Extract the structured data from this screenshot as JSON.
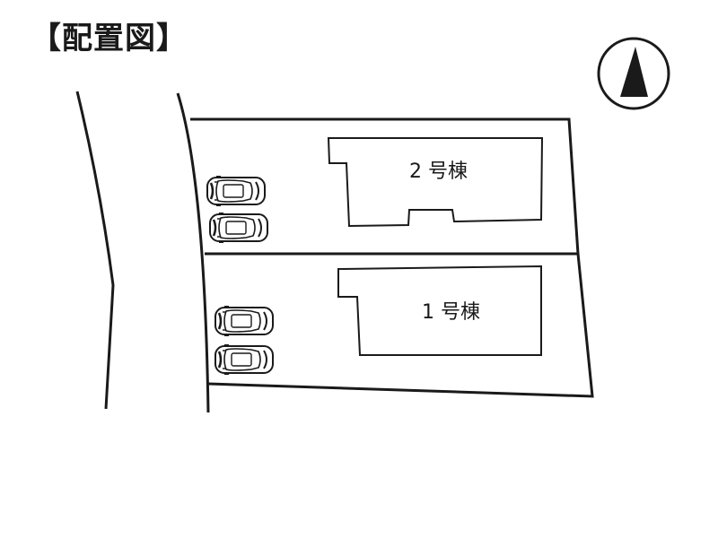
{
  "title": "【配置図】",
  "buildings": [
    {
      "label": "2 号棟"
    },
    {
      "label": "1 号棟"
    }
  ],
  "parking_spaces": 4,
  "north_icon": "north-arrow-icon",
  "car_icon": "car-icon",
  "colors": {
    "line": "#1a1a1a",
    "background": "#ffffff"
  }
}
